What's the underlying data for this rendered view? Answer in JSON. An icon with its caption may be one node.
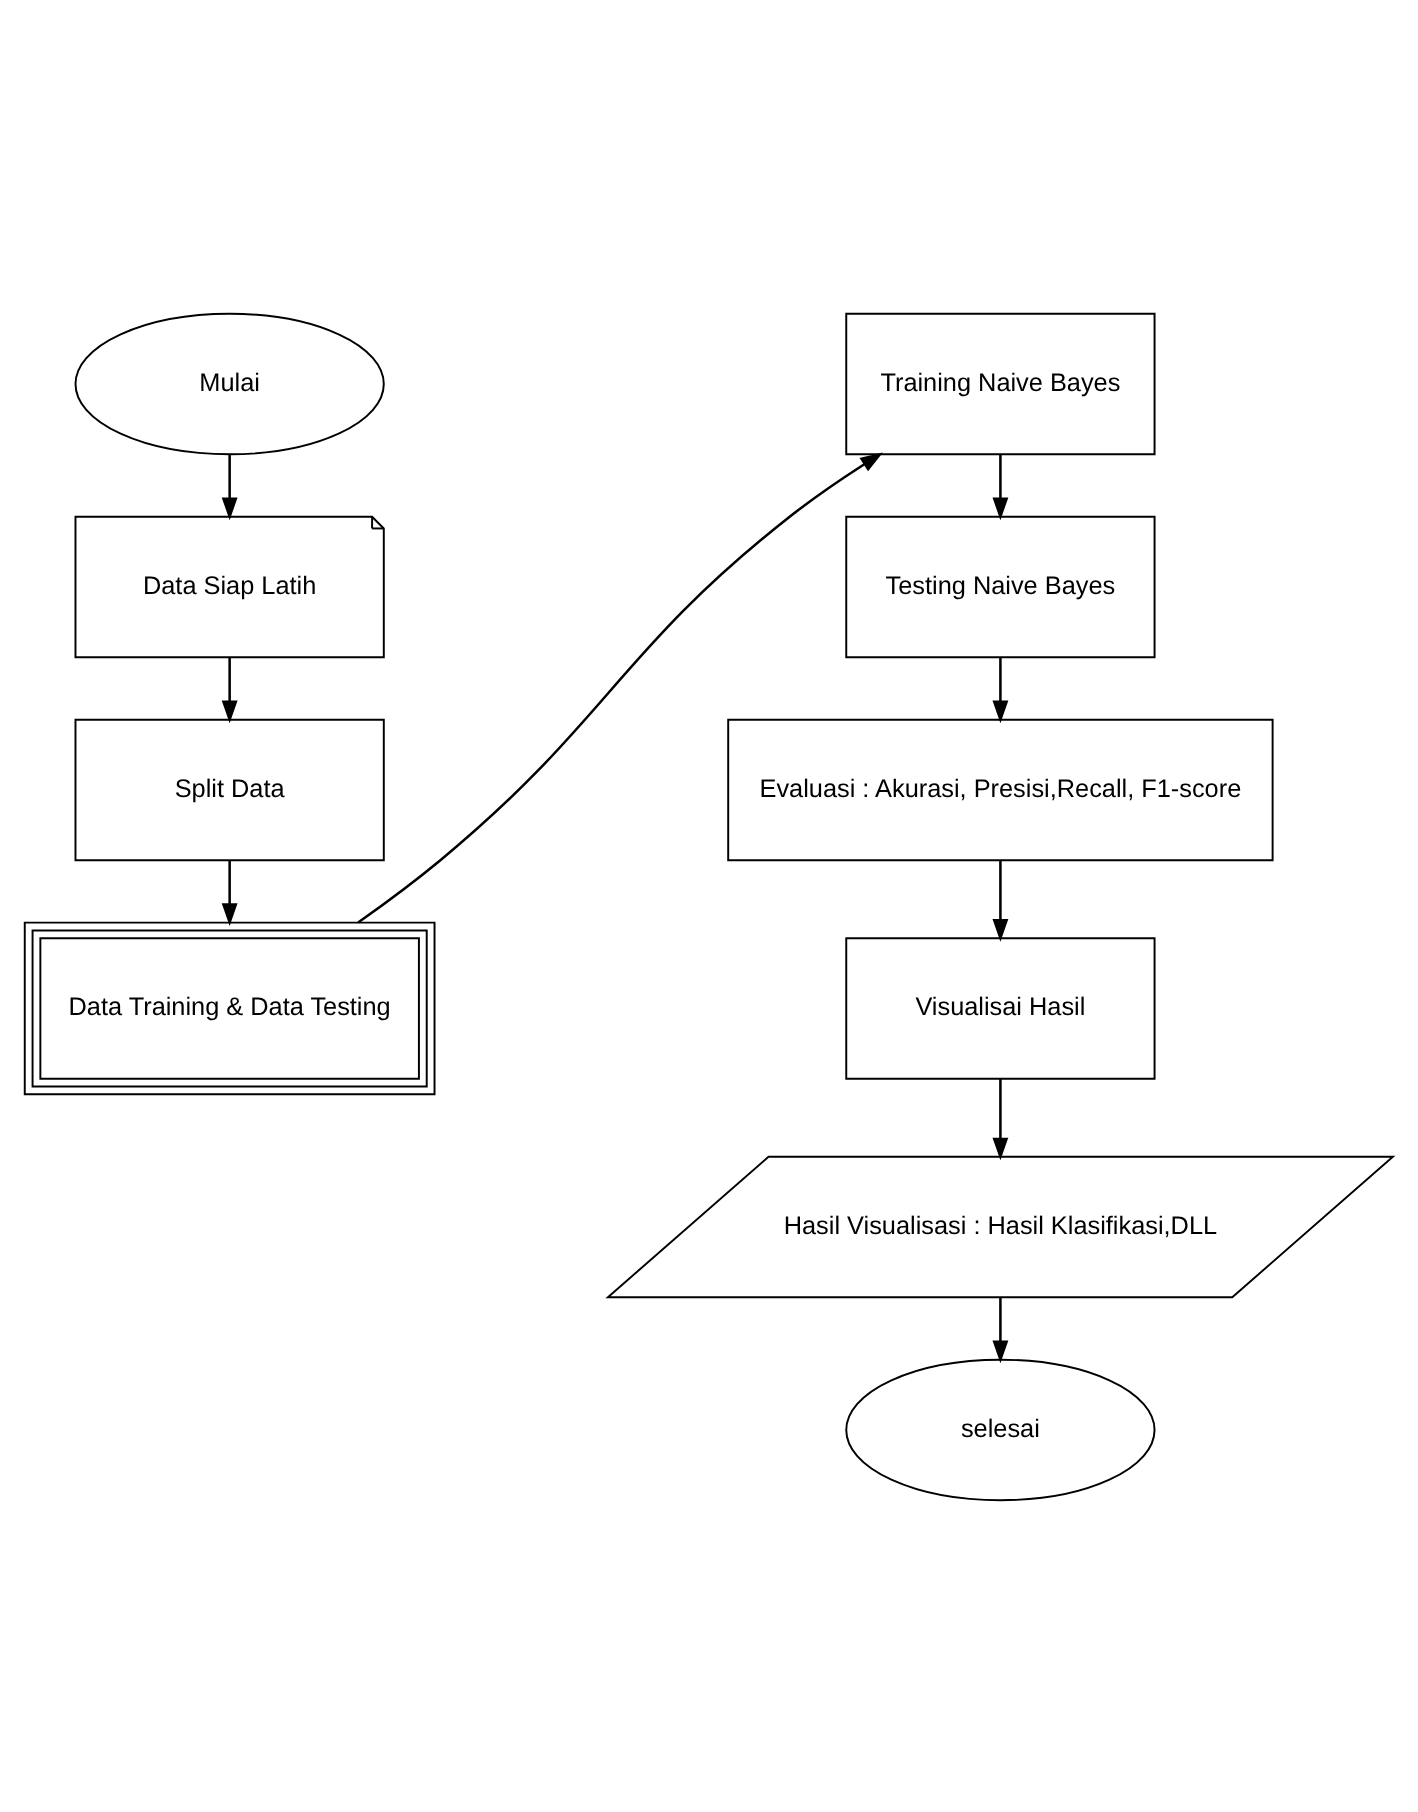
{
  "diagram": {
    "nodes": [
      {
        "text": [
          "Mulai"
        ]
      },
      {
        "text": [
          "Data Siap Latih"
        ]
      },
      {
        "text": [
          "Split Data"
        ]
      },
      {
        "text": [
          "Data Training & Data Testing"
        ]
      },
      {
        "text": [
          "Training Naive Bayes"
        ]
      },
      {
        "text": [
          "Testing Naive Bayes"
        ]
      },
      {
        "text": [
          "Evaluasi : Akurasi, Presisi,Recall, F1-score"
        ]
      },
      {
        "text": [
          "Visualisai Hasil"
        ]
      },
      {
        "text": [
          "Hasil Visualisasi : Hasil Klasifikasi,DLL"
        ]
      },
      {
        "text": [
          "selesai"
        ]
      }
    ],
    "edges": [
      {
        "from": 0,
        "to": 1,
        "arrow": "to"
      },
      {
        "from": 1,
        "to": 2,
        "arrow": "to"
      },
      {
        "from": 2,
        "to": 3,
        "arrow": "to"
      },
      {
        "from": 3,
        "to": 4,
        "arrow": "to"
      },
      {
        "from": 4,
        "to": 5,
        "arrow": "to"
      },
      {
        "from": 5,
        "to": 6,
        "arrow": "to"
      },
      {
        "from": 6,
        "to": 7,
        "arrow": "to"
      },
      {
        "from": 7,
        "to": 8,
        "arrow": "to"
      },
      {
        "from": 8,
        "to": 9,
        "arrow": "to"
      }
    ]
  }
}
